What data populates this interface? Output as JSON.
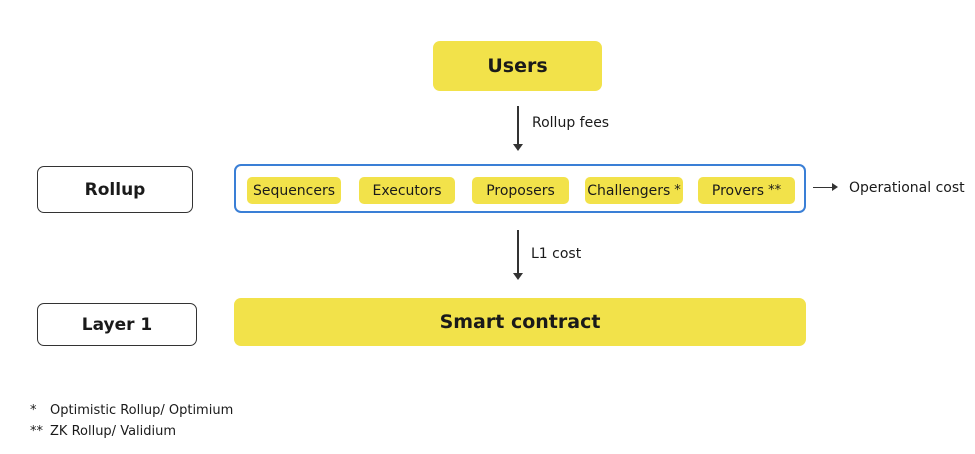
{
  "nodes": {
    "users": "Users",
    "smart_contract": "Smart contract",
    "rollup_label": "Rollup",
    "layer1_label": "Layer 1"
  },
  "roles": [
    {
      "label": "Sequencers",
      "mark": ""
    },
    {
      "label": "Executors",
      "mark": ""
    },
    {
      "label": "Proposers",
      "mark": ""
    },
    {
      "label": "Challengers",
      "mark": "*"
    },
    {
      "label": "Provers",
      "mark": "**"
    }
  ],
  "edges": {
    "rollup_fees": "Rollup fees",
    "l1_cost": "L1 cost",
    "operational_cost": "Operational cost"
  },
  "footnotes": [
    {
      "mark": "*",
      "text": "Optimistic Rollup/ Optimium"
    },
    {
      "mark": "**",
      "text": "ZK Rollup/ Validium"
    }
  ],
  "colors": {
    "node_fill": "#f2e24a",
    "container_border": "#3a7fd6",
    "line": "#333333"
  }
}
